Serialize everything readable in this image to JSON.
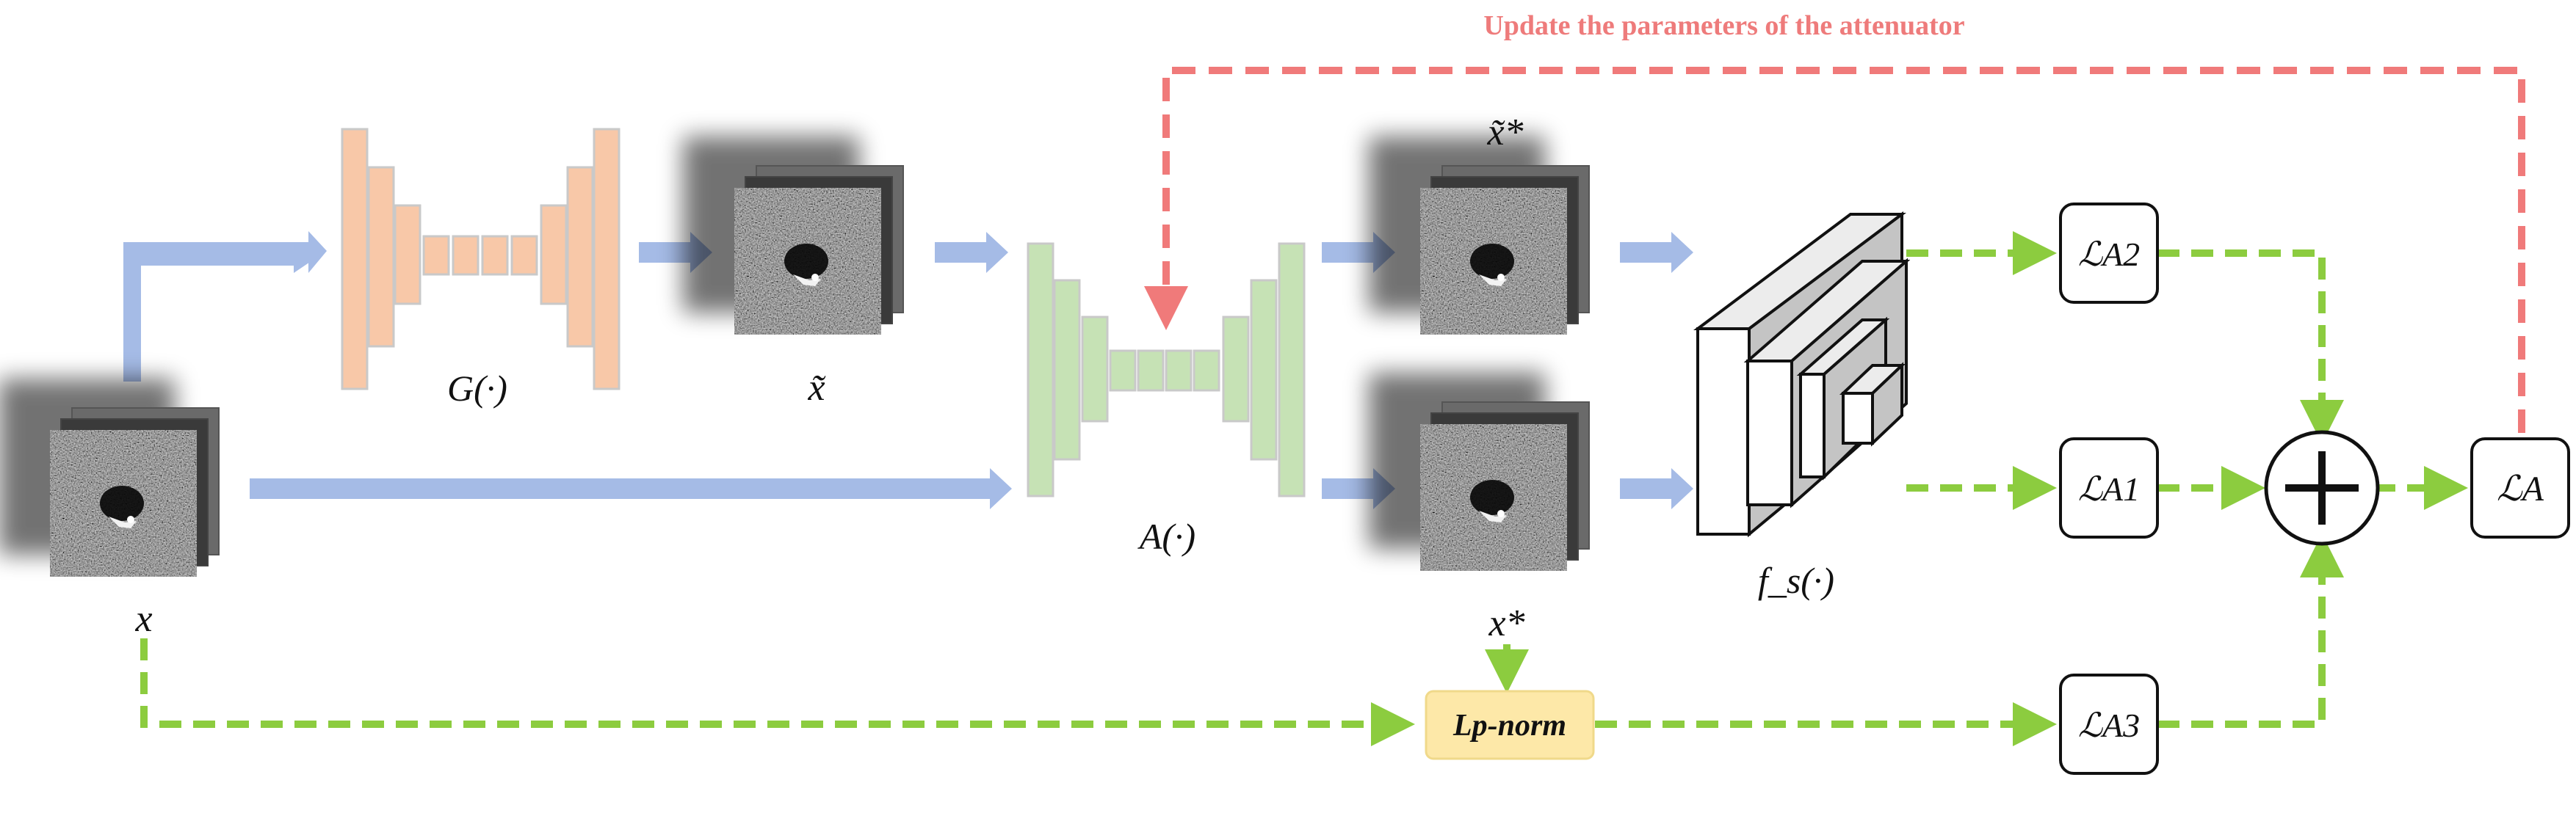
{
  "title": "Update the parameters of the attenuator",
  "labels": {
    "input": "x",
    "generator": "G(·)",
    "generated": "x̃",
    "attenuator": "A(·)",
    "attenuated_generated": "x̃*",
    "attenuated_input": "x*",
    "surrogate": "f_s(·)",
    "lp_norm": "Lp-norm",
    "loss_a2": "ℒA2",
    "loss_a1": "ℒA1",
    "loss_a3": "ℒA3",
    "loss_a": "ℒA"
  },
  "colors": {
    "blue_arrow": "#9fb6e4",
    "green_dashed": "#8ccc3f",
    "red_dashed": "#f07a7a",
    "generator_fill": "#f8c8a8",
    "attenuator_fill": "#c6e2b5",
    "lp_fill": "#fde8a8",
    "title_color": "#ee7b7b"
  }
}
